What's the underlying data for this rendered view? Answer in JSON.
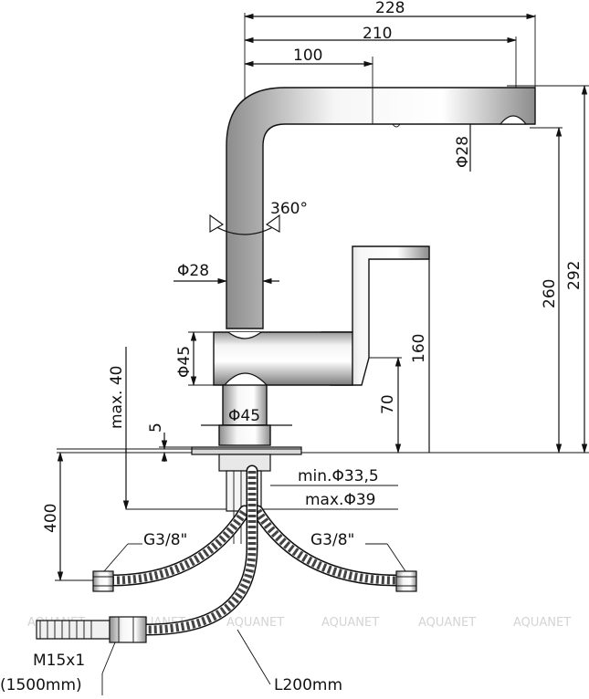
{
  "dimensions": {
    "overall_reach": "228",
    "spout_reach": "210",
    "handle_offset": "100",
    "spout_outlet_diameter": "Φ28",
    "rotation": "360°",
    "spout_tube_diameter": "Φ28",
    "body_diameter": "Φ45",
    "base_diameter": "Φ45",
    "max_deck_thickness": "max. 40",
    "base_height": "5",
    "body_height": "160",
    "outlet_clearance": "70",
    "spout_height": "260",
    "total_height": "292",
    "min_hole": "min.Φ33,5",
    "max_hole": "max.Φ39",
    "hose_length": "400",
    "left_connection": "G3/8\"",
    "right_connection": "G3/8\"",
    "shower_thread": "M15x1",
    "shower_hose_length": "(1500mm)",
    "tail_length": "L200mm"
  },
  "watermarks": [
    "AQUANET",
    "AQUANET",
    "AQUANET",
    "AQUANET",
    "AQUANET",
    "AQUANET"
  ],
  "colors": {
    "line": "#111111",
    "chrome_light": "#f2f2f2",
    "chrome_dark": "#8a8a8a",
    "watermark": "#d4d4d4"
  }
}
